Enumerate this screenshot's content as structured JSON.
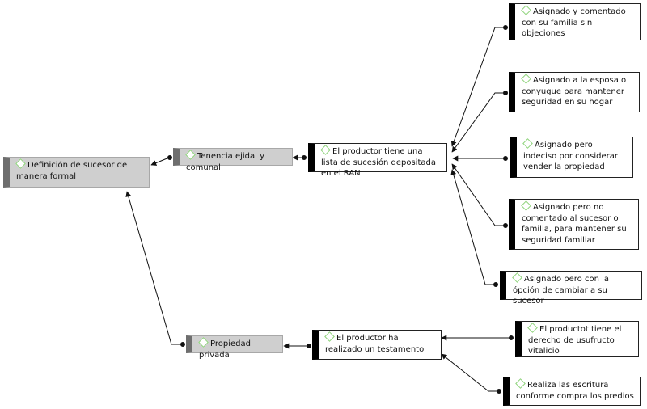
{
  "nodes": {
    "root": "Definición de sucesor de manera formal",
    "tenencia": "Tenencia ejidal y comunal",
    "propiedad": "Propiedad privada",
    "lista_ran": "El productor tiene una lista de sucesión depositada en el RAN",
    "testamento": "El productor ha realizado un testamento",
    "asig_familia": "Asignado y comentado con su familia sin objeciones",
    "asig_esposa": "Asignado a la esposa o conyugue para mantener seguridad en su hogar",
    "asig_indeciso": "Asignado pero indeciso por considerar vender la propiedad",
    "asig_no_comentado": "Asignado pero no comentado al sucesor o familia, para mantener su seguridad familiar",
    "asig_opcion": "Asignado pero con la ópción de cambiar a su sucesor",
    "usufructo": "El productot tiene el derecho de usufructo vitalicio",
    "escritura": "Realiza las escritura conforme compra los predios"
  }
}
